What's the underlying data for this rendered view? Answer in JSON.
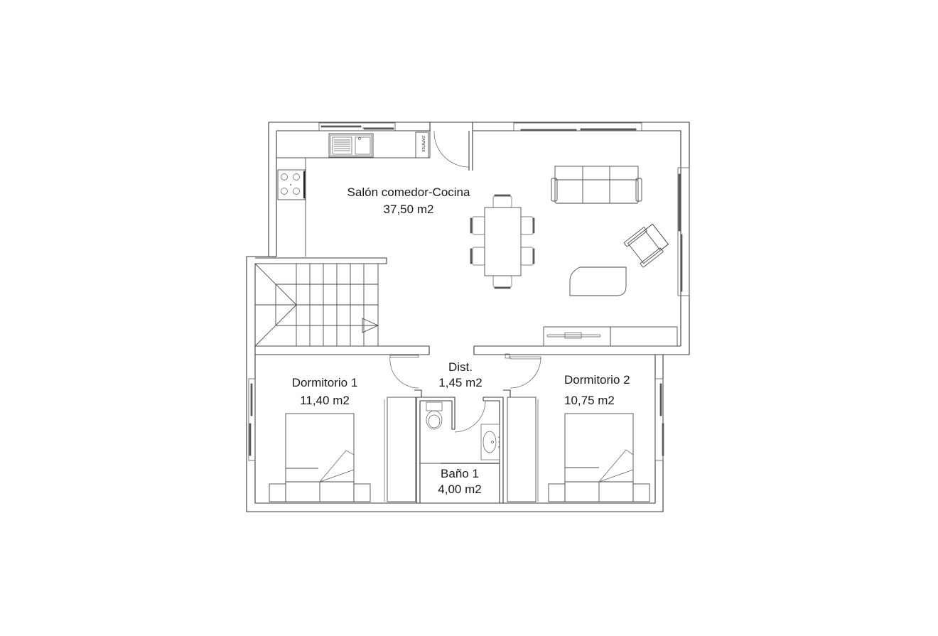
{
  "plan": {
    "background": "#ffffff",
    "line_color": "#3a3a3a",
    "text_color": "#1a1a1a",
    "rooms": [
      {
        "id": "salon",
        "name": "Salón comedor-Cocina",
        "area": "37,50 m2"
      },
      {
        "id": "dist",
        "name": "Dist.",
        "area": "1,45 m2"
      },
      {
        "id": "dorm1",
        "name": "Dormitorio 1",
        "area": "11,40 m2"
      },
      {
        "id": "dorm2",
        "name": "Dormitorio 2",
        "area": "10,75 m2"
      },
      {
        "id": "bano1",
        "name": "Baño 1",
        "area": "4,00 m2"
      }
    ],
    "fixtures": {
      "shoe_cabinet_label": "ZAPATEK"
    },
    "icons": [
      "kitchen-sink-icon",
      "cooktop-icon",
      "dining-table-icon",
      "sofa-icon",
      "armchair-icon",
      "coffee-table-icon",
      "tv-cabinet-icon",
      "stairs-icon",
      "double-bed-icon",
      "wardrobe-icon",
      "toilet-icon",
      "washbasin-icon",
      "door-swing-icon",
      "window-icon"
    ]
  }
}
